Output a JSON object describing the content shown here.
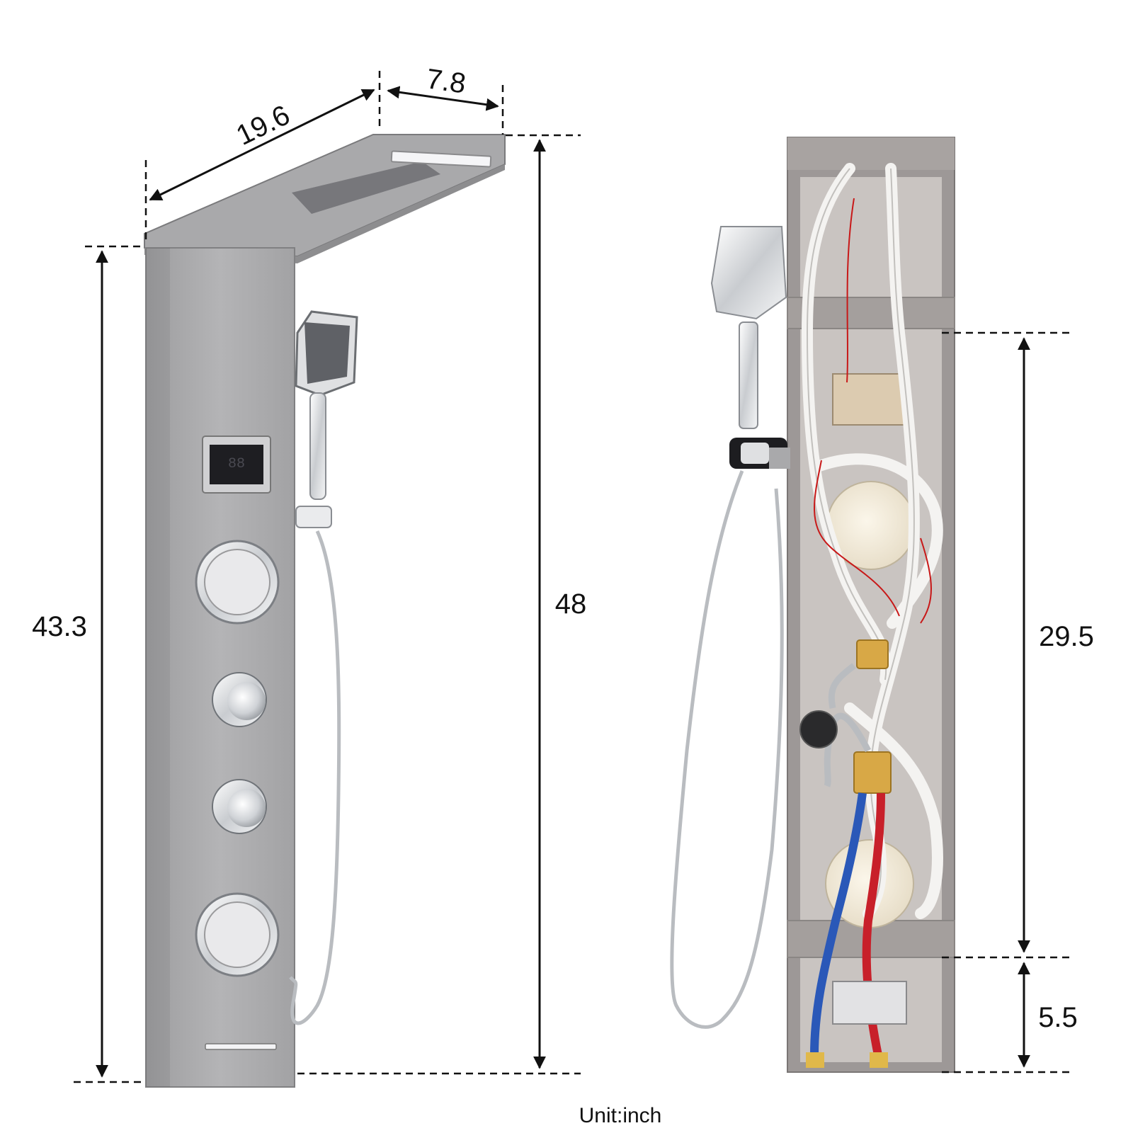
{
  "dimensions": {
    "head_length": "19.6",
    "head_depth": "7.8",
    "total_height": "48",
    "panel_height": "43.3",
    "upper_section": "29.5",
    "lower_section": "5.5"
  },
  "unit_label": "Unit:inch",
  "display_readout": "88",
  "colors": {
    "panel": "#a7a7a9",
    "panel_dark": "#8c8c8e",
    "chrome": "#e2e4e6",
    "hose_white": "#f2f2f0",
    "hot_pipe": "#c8202a",
    "cold_pipe": "#2a58b8",
    "brass": "#d8a846",
    "wire_red": "#c81818"
  }
}
